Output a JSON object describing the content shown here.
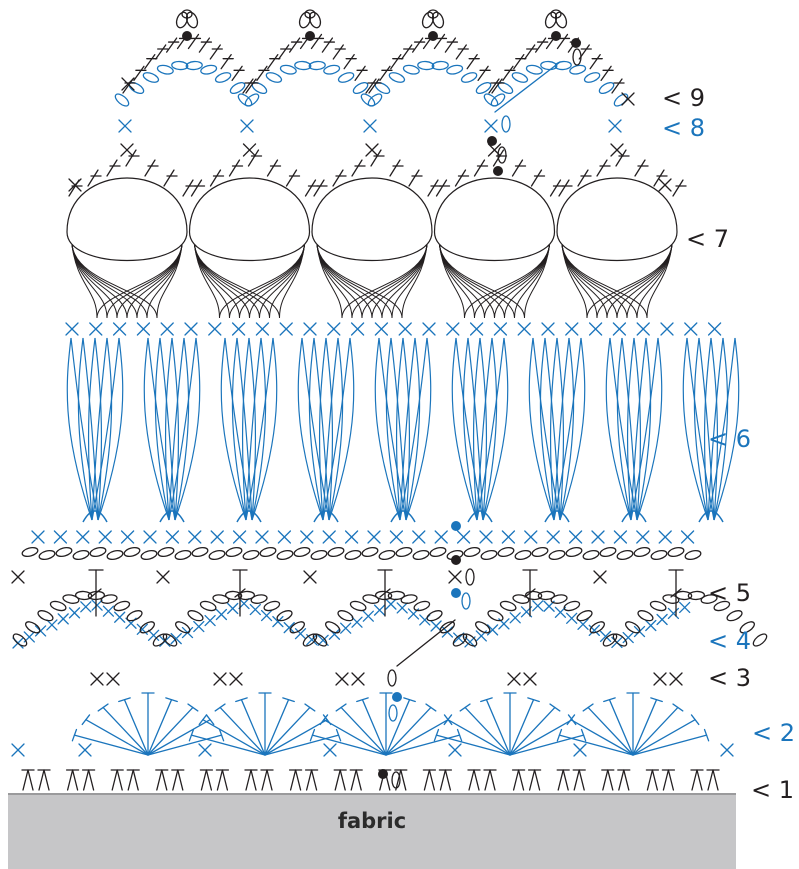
{
  "colors": {
    "black": "#231f20",
    "blue": "#1b75bc",
    "fabric": "#c6c6c8"
  },
  "fabric": {
    "label": "fabric"
  },
  "rows": [
    {
      "id": 1,
      "label": "< 1",
      "color": "black"
    },
    {
      "id": 2,
      "label": "< 2",
      "color": "blue"
    },
    {
      "id": 3,
      "label": "< 3",
      "color": "black"
    },
    {
      "id": 4,
      "label": "< 4",
      "color": "blue"
    },
    {
      "id": 5,
      "label": "< 5",
      "color": "black"
    },
    {
      "id": 6,
      "label": "< 6",
      "color": "blue"
    },
    {
      "id": 7,
      "label": "< 7",
      "color": "black"
    },
    {
      "id": 8,
      "label": "< 8",
      "color": "blue"
    },
    {
      "id": 9,
      "label": "< 9",
      "color": "black"
    }
  ],
  "legend_symbols": [
    "chain-oval",
    "single-crochet-x",
    "double-crochet-t",
    "slip-stitch-dot",
    "picot-loop"
  ]
}
